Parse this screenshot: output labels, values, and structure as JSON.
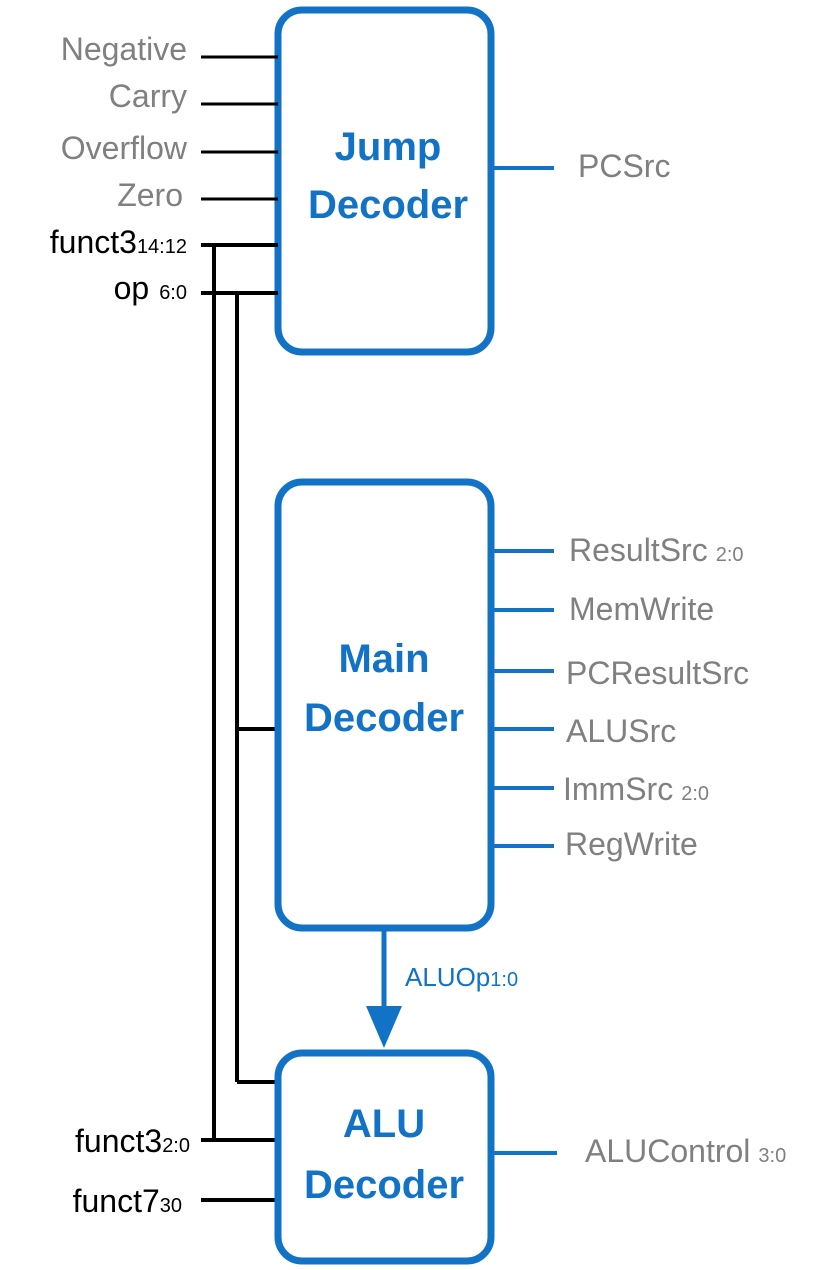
{
  "blocks": {
    "jump": {
      "line1": "Jump",
      "line2": "Decoder"
    },
    "main": {
      "line1": "Main",
      "line2": "Decoder"
    },
    "alu": {
      "line1": "ALU",
      "line2": "Decoder"
    }
  },
  "jump_inputs": {
    "negative": "Negative",
    "carry": "Carry",
    "overflow": "Overflow",
    "zero": "Zero",
    "funct3": {
      "name": "funct3",
      "range": "14:12"
    },
    "op": {
      "name": "op",
      "range": "6:0"
    }
  },
  "jump_output": {
    "pcsrc": "PCSrc"
  },
  "main_outputs": {
    "resultsrc": {
      "name": "ResultSrc",
      "range": "2:0"
    },
    "memwrite": "MemWrite",
    "pcresultsrc": "PCResultSrc",
    "alusrc": "ALUSrc",
    "immsrc": {
      "name": "ImmSrc",
      "range": "2:0"
    },
    "regwrite": "RegWrite"
  },
  "aluop": {
    "name": "ALUOp",
    "range": "1:0"
  },
  "alu_inputs": {
    "funct3": {
      "name": "funct3",
      "range": "2:0"
    },
    "funct7": {
      "name": "funct7",
      "range": "30"
    }
  },
  "alu_output": {
    "name": "ALUControl",
    "range": "3:0"
  },
  "colors": {
    "block_blue": "#1273c6",
    "label_gray": "#808080",
    "wire_black": "#000000"
  }
}
